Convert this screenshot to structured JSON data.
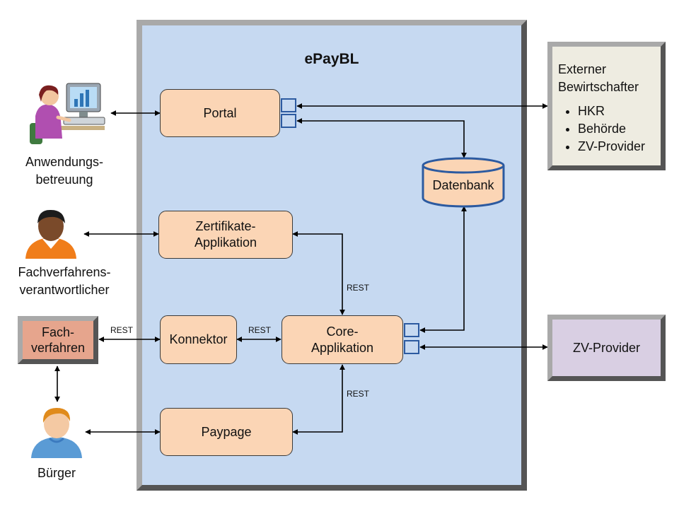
{
  "system": {
    "title": "ePayBL"
  },
  "components": {
    "portal": "Portal",
    "zertifikate_line1": "Zertifikate-",
    "zertifikate_line2": "Applikation",
    "konnektor": "Konnektor",
    "core_line1": "Core-",
    "core_line2": "Applikation",
    "paypage": "Paypage",
    "datenbank": "Datenbank"
  },
  "actors": {
    "anwendung_line1": "Anwendungs-",
    "anwendung_line2": "betreuung",
    "fachverfahrens_line1": "Fachverfahrens-",
    "fachverfahrens_line2": "verantwortlicher",
    "buerger": "Bürger"
  },
  "external": {
    "fachverfahren_line1": "Fach-",
    "fachverfahren_line2": "verfahren",
    "bewirtschafter_line1": "Externer",
    "bewirtschafter_line2": "Bewirtschafter",
    "bewirtschafter_items": [
      "HKR",
      "Behörde",
      "ZV-Provider"
    ],
    "zv_provider": "ZV-Provider"
  },
  "connector_labels": {
    "rest_fachverfahren": "REST",
    "rest_konnektor": "REST",
    "rest_zertifikate": "REST",
    "rest_paypage": "REST"
  },
  "colors": {
    "system_fill": "#c6d9f1",
    "component_fill": "#fbd5b5",
    "bewirtschafter_fill": "#eeece1",
    "fachverfahren_fill": "#e6a58d",
    "zv_provider_fill": "#d9cfe3",
    "port_border": "#2c5aa0"
  },
  "icons": [
    "user-at-computer-icon",
    "manager-icon",
    "citizen-icon"
  ]
}
